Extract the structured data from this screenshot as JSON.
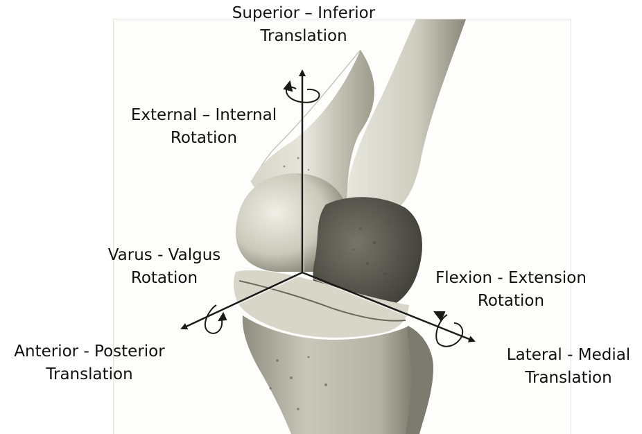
{
  "colors": {
    "background": "#ffffff",
    "bone_light": "#e2e0d4",
    "bone_mid": "#bdbaa9",
    "bone_dark": "#5b5a50",
    "axis": "#1a1a1a",
    "text": "#111111"
  },
  "labels": {
    "superior_inferior": {
      "line1": "Superior – Inferior",
      "line2": "Translation"
    },
    "external_internal": {
      "line1": "External – Internal",
      "line2": "Rotation"
    },
    "varus_valgus": {
      "line1": "Varus - Valgus",
      "line2": "Rotation"
    },
    "flexion_extension": {
      "line1": "Flexion - Extension",
      "line2": "Rotation"
    },
    "anterior_posterior": {
      "line1": "Anterior - Posterior",
      "line2": "Translation"
    },
    "lateral_medial": {
      "line1": "Lateral - Medial",
      "line2": "Translation"
    }
  },
  "icons": {
    "illustration": "knee-joint-illustration",
    "axes": "three-axis-arrows",
    "rotation": "curved-rotation-arrow-icon"
  }
}
